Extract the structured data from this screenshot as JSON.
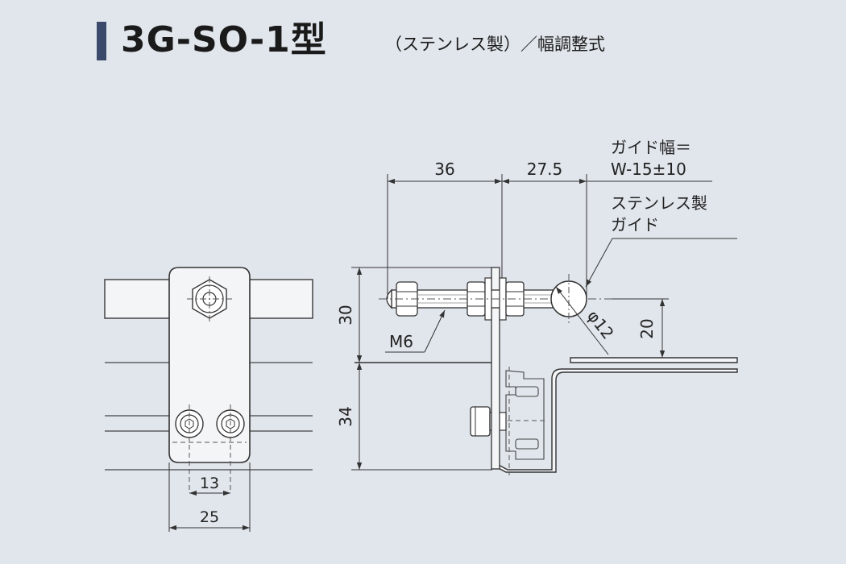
{
  "title": {
    "main": "3G-SO-1型",
    "sub": "（ステンレス製）／幅調整式"
  },
  "labels": {
    "guide_width_line1": "ガイド幅＝",
    "guide_width_line2": "W-15±10",
    "stainless_line1": "ステンレス製",
    "stainless_line2": "ガイド",
    "bolt": "M6",
    "diameter": "φ12"
  },
  "dimensions": {
    "d36": "36",
    "d27_5": "27.5",
    "d30": "30",
    "d34": "34",
    "d20": "20",
    "d13": "13",
    "d25": "25"
  },
  "colors": {
    "background": "#e1e6ec",
    "title_bar": "#3b4a6b",
    "part_fill": "#f4f5f7",
    "line": "#333333"
  }
}
